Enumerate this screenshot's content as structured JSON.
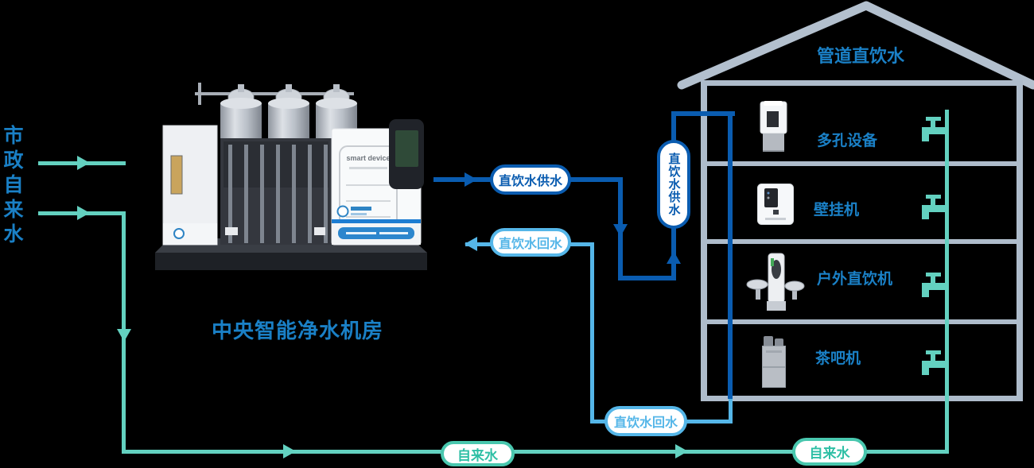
{
  "colors": {
    "bg": "#000000",
    "label_blue": "#1A80C6",
    "supply_blue": "#0A5CB0",
    "return_blue": "#55B6E8",
    "tap_teal": "#63D1C0",
    "tap_pill_border": "#49C7AE",
    "tap_pill_text": "#2EBFA5",
    "house_gray": "#AEBCCB",
    "roof_gray": "#B3C0CE"
  },
  "source": {
    "label": "市政自来水"
  },
  "plant": {
    "caption": "中央智能净水机房",
    "device_panel_label": "smart device"
  },
  "building": {
    "title": "管道直饮水",
    "floors": [
      {
        "device": "多孔设备"
      },
      {
        "device": "壁挂机"
      },
      {
        "device": "户外直饮机"
      },
      {
        "device": "茶吧机"
      }
    ]
  },
  "labels": {
    "supply_pill": "直饮水供水",
    "supply_pill_vertical": "直饮水供水",
    "return_pill_upper": "直饮水回水",
    "return_pill_lower": "直饮水回水",
    "tap_pill_left": "自来水",
    "tap_pill_right": "自来水"
  }
}
